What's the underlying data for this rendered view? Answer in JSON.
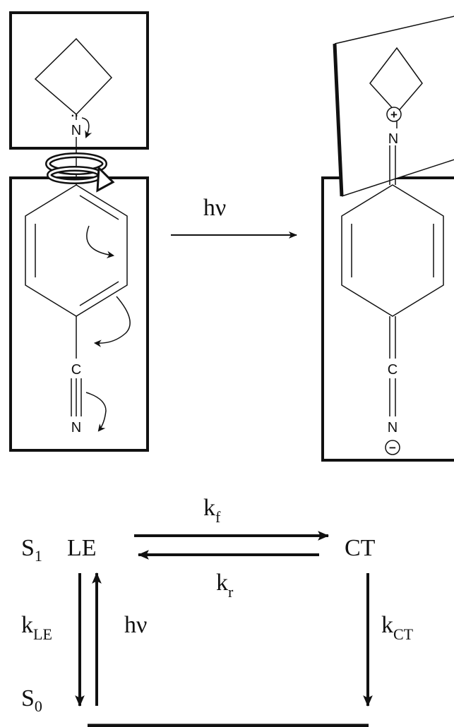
{
  "top_scheme": {
    "left_molecule": {
      "atoms": {
        "amine_n": "N",
        "nitrile_c": "C",
        "nitrile_n": "N"
      },
      "lone_pair": "··"
    },
    "reaction_arrow_label": "hν",
    "right_molecule": {
      "atoms": {
        "amine_n": "N",
        "nitrile_c": "C",
        "nitrile_n": "N"
      },
      "positive_charge": "+",
      "negative_charge": "−"
    }
  },
  "kinetic_scheme": {
    "s1": {
      "main": "S",
      "sub": "1"
    },
    "le": "LE",
    "ct": "CT",
    "s0": {
      "main": "S",
      "sub": "0"
    },
    "kf": {
      "main": "k",
      "sub": "f"
    },
    "kr": {
      "main": "k",
      "sub": "r"
    },
    "kle": {
      "main": "k",
      "sub": "LE"
    },
    "kct": {
      "main": "k",
      "sub": "CT"
    },
    "excitation": "hν"
  },
  "colors": {
    "ink": "#111111",
    "background": "#ffffff"
  }
}
